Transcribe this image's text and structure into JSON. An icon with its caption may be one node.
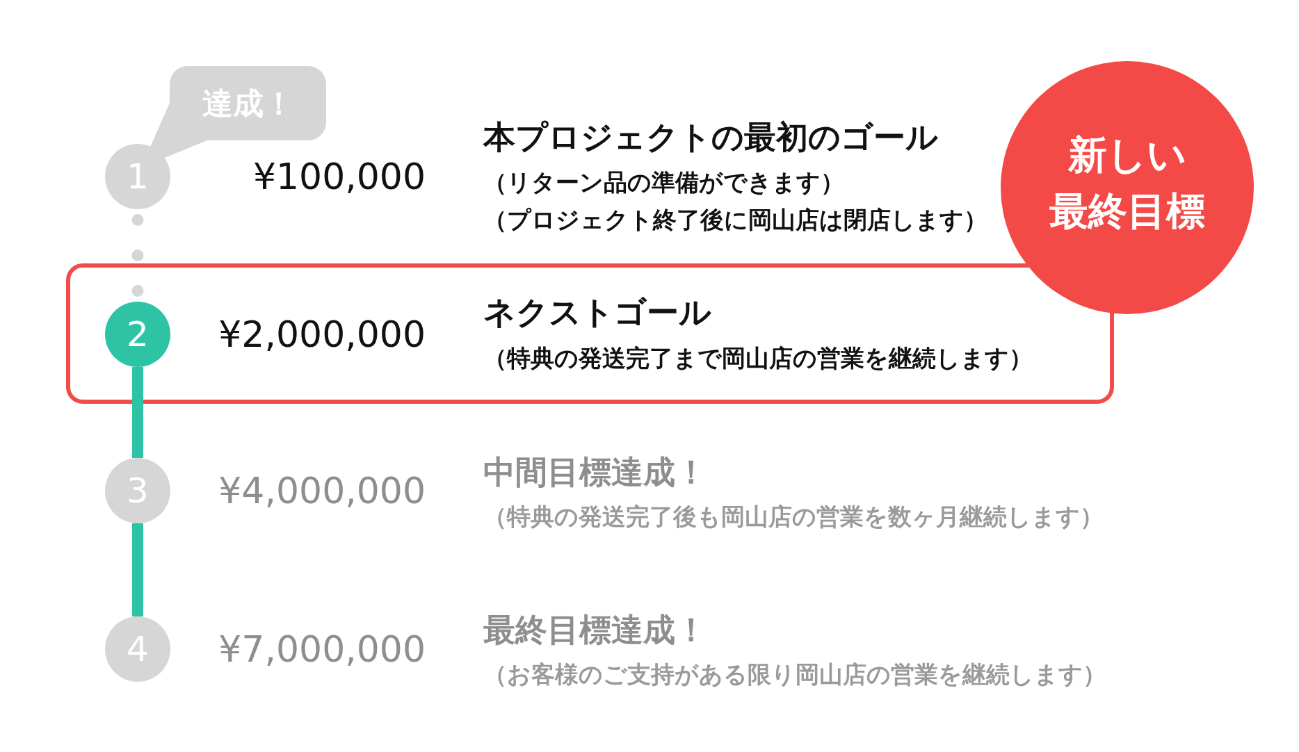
{
  "diagram": {
    "nodes": [
      {
        "text": [
          "達成！"
        ]
      },
      {
        "text": [
          "1"
        ]
      },
      {
        "text": [
          "新しい最終目標"
        ]
      },
      {
        "text": [
          "¥2,000,000",
          "ネクストゴール",
          "（特典の発送完了まで岡山店の営業を継続します）"
        ]
      },
      {
        "text": [
          "2"
        ],
        "in": 3
      },
      {
        "text": [
          "3"
        ],
        "beside": [
          "¥4,000,000"
        ]
      },
      {
        "text": [
          "4"
        ],
        "beside": [
          "¥7,000,000"
        ]
      }
    ],
    "edges": [
      {
        "from": 1,
        "to": 4,
        "arrow": "none",
        "style": "dashed",
        "color": "#d6d6d6"
      },
      {
        "from": 4,
        "to": 5,
        "arrow": "none"
      },
      {
        "from": 5,
        "to": 6,
        "arrow": "none"
      }
    ],
    "labels": [
      "¥100,000",
      "本プロジェクトの最初のゴール",
      "（リターン品の準備ができます）",
      "（プロジェクト終了後に岡山店は閉店します）",
      "中間目標達成！",
      "（特典の発送完了後も岡山店の営業を数ヶ月継続します）",
      "最終目標達成！",
      "（お客様のご支持がある限り岡山店の営業を継続します）"
    ]
  }
}
